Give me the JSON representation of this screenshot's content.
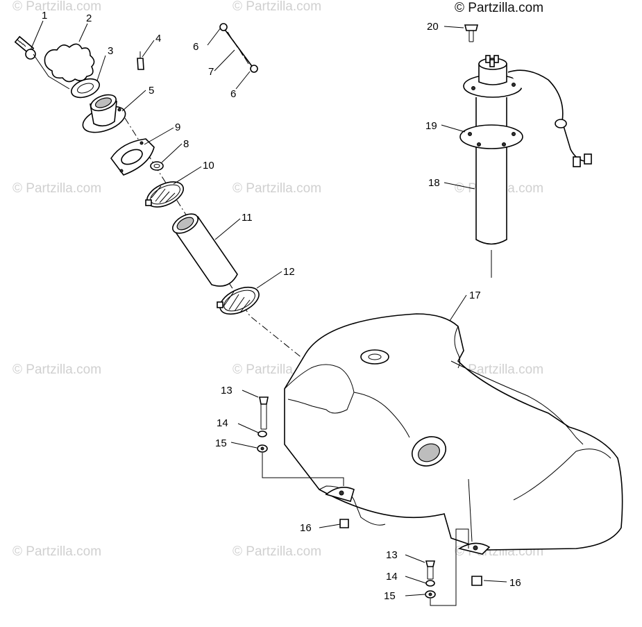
{
  "copyright": "© Partzilla.com",
  "watermark_text": "© Partzilla.com",
  "callouts": {
    "c1": "1",
    "c2": "2",
    "c3": "3",
    "c4": "4",
    "c5": "5",
    "c6a": "6",
    "c6b": "6",
    "c7": "7",
    "c8": "8",
    "c9": "9",
    "c10": "10",
    "c11": "11",
    "c12": "12",
    "c13a": "13",
    "c13b": "13",
    "c14a": "14",
    "c14b": "14",
    "c15a": "15",
    "c15b": "15",
    "c16a": "16",
    "c16b": "16",
    "c17": "17",
    "c18": "18",
    "c19": "19",
    "c20": "20"
  }
}
